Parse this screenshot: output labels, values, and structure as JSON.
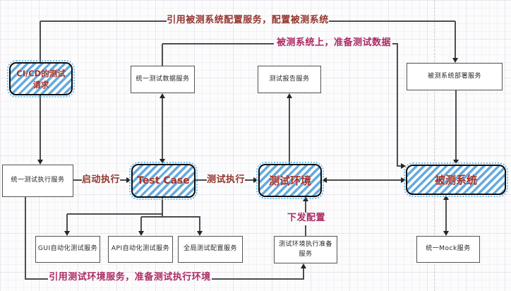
{
  "nodes": {
    "cicd_request": {
      "label": "CI/CD的测试\n请求"
    },
    "unified_test_data_service": {
      "label": "统一测试数据服务"
    },
    "test_report_service": {
      "label": "测试报告服务"
    },
    "sut_deploy_service": {
      "label": "被测系统部署服务"
    },
    "unified_test_exec_service": {
      "label": "统一测试执行服务"
    },
    "test_case": {
      "label": "Test Case"
    },
    "test_env": {
      "label": "测试环境"
    },
    "sut": {
      "label": "被测系统"
    },
    "gui_auto_test_service": {
      "label": "GUI自动化测试服务"
    },
    "api_auto_test_service": {
      "label": "API自动化测试服务"
    },
    "global_test_config_service": {
      "label": "全局测试配置服务"
    },
    "env_exec_prep_service": {
      "label": "测试环境执行准备服务"
    },
    "unified_mock_service": {
      "label": "统一Mock服务"
    }
  },
  "edge_labels": {
    "configure_sut": "引用被测系统配置服务，配置被测系统",
    "prepare_test_data": "被测系统上，准备测试数据",
    "start_execution": "启动执行",
    "test_execution": "测试执行",
    "dispatch_config": "下发配置",
    "prepare_exec_env": "引用测试环境服务，准备测试执行环境"
  },
  "colors": {
    "hatch_blue": "#64aadf",
    "node_text_red": "#a33129",
    "label_brick_red": "#92362e",
    "label_magenta": "#ab2a62",
    "connector": "#4d4d4d"
  }
}
